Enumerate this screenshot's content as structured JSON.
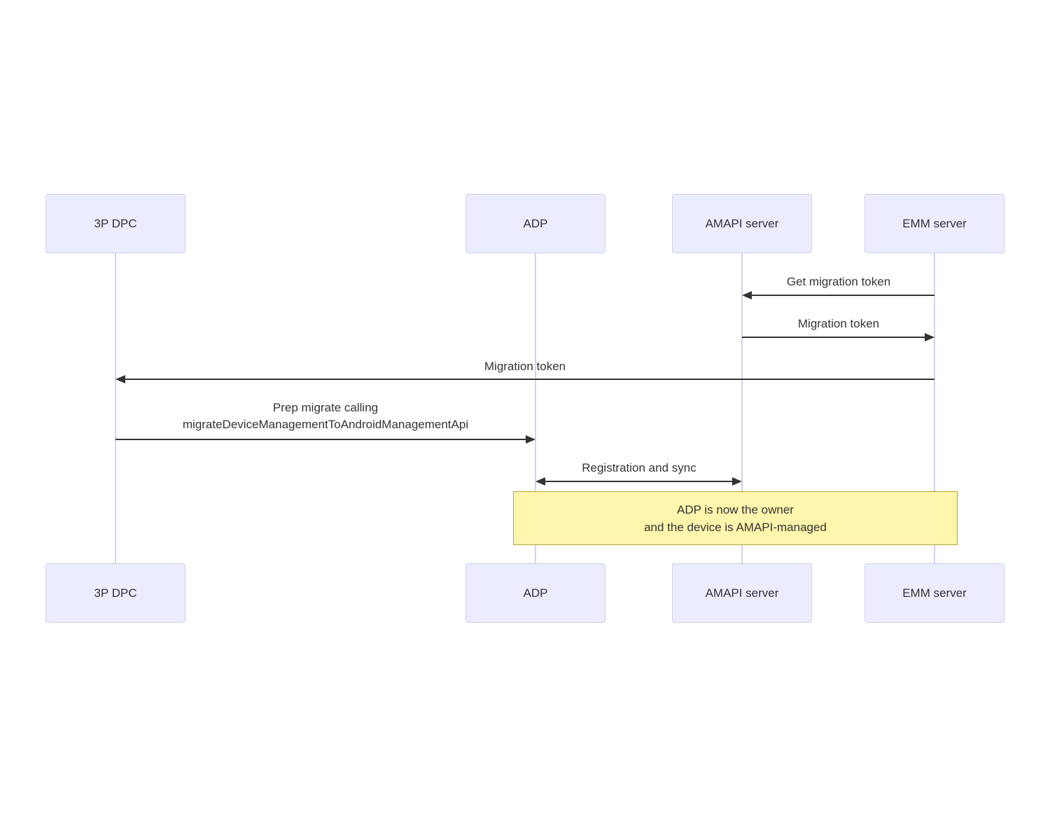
{
  "diagram": {
    "kind": "sequence-diagram",
    "background": "#ffffff"
  },
  "colors": {
    "actor_fill": "#ECECFF",
    "actor_border": "#CFCFE8",
    "lifeline": "#D8CFEE",
    "arrow": "#333333",
    "text": "#333333",
    "note_fill": "#FFF5AD",
    "note_border": "#AAAA33"
  },
  "actors": [
    {
      "name": "3P DPC"
    },
    {
      "name": "ADP"
    },
    {
      "name": "AMAPI server"
    },
    {
      "name": "EMM server"
    }
  ],
  "messages": [
    {
      "label": "Get migration token",
      "from": "EMM server",
      "to": "AMAPI server",
      "direction": "left"
    },
    {
      "label": "Migration token",
      "from": "AMAPI server",
      "to": "EMM server",
      "direction": "right"
    },
    {
      "label": "Migration token",
      "from": "EMM server",
      "to": "3P DPC",
      "direction": "left"
    },
    {
      "label_line1": "Prep migrate calling",
      "label_line2": "migrateDeviceManagementToAndroidManagementApi",
      "from": "3P DPC",
      "to": "ADP",
      "direction": "right"
    },
    {
      "label": "Registration and sync",
      "from": "ADP",
      "to": "AMAPI server",
      "direction": "both"
    }
  ],
  "note": {
    "over": "ADP, AMAPI server, EMM server",
    "line1": "ADP is now the owner",
    "line2": "and the device is AMAPI-managed"
  }
}
